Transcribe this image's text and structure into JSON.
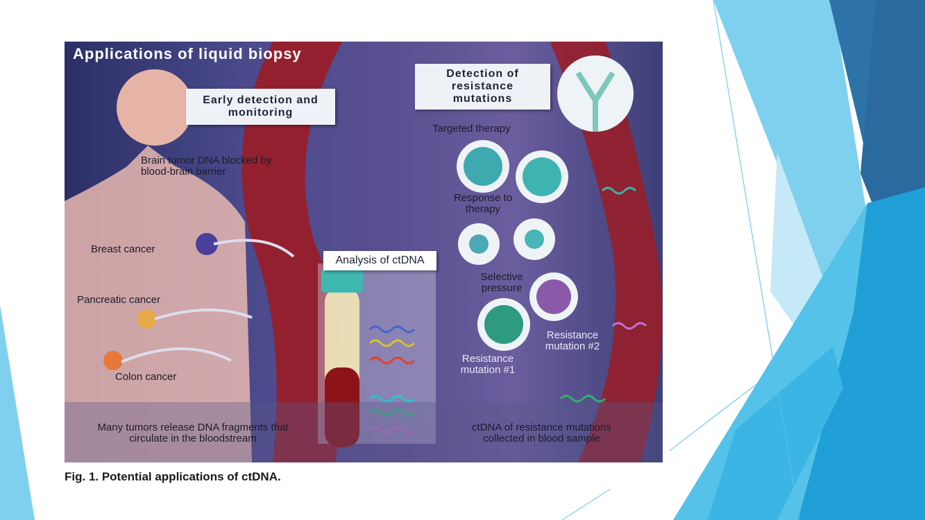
{
  "figure": {
    "title": "Applications of liquid biopsy",
    "early_detection": "Early detection and monitoring",
    "brain_note": "Brain tumor DNA blocked by blood-brain barrier",
    "breast": "Breast cancer",
    "pancreatic": "Pancreatic cancer",
    "colon": "Colon cancer",
    "release_note": "Many tumors release DNA fragments that circulate in the bloodstream",
    "analysis": "Analysis of ctDNA",
    "resistance_title": "Detection of resistance mutations",
    "targeted": "Targeted therapy",
    "response": "Response to therapy",
    "selective": "Selective pressure",
    "res2": "Resistance mutation #2",
    "res1": "Resistance mutation #1",
    "collected": "ctDNA of resistance mutations collected in blood sample"
  },
  "caption": "Fig. 1.  Potential applications of ctDNA.",
  "colors": {
    "accent_light": "#7fd0ef",
    "accent_dark": "#2d73a8",
    "accent_mid": "#1f9fd6"
  }
}
